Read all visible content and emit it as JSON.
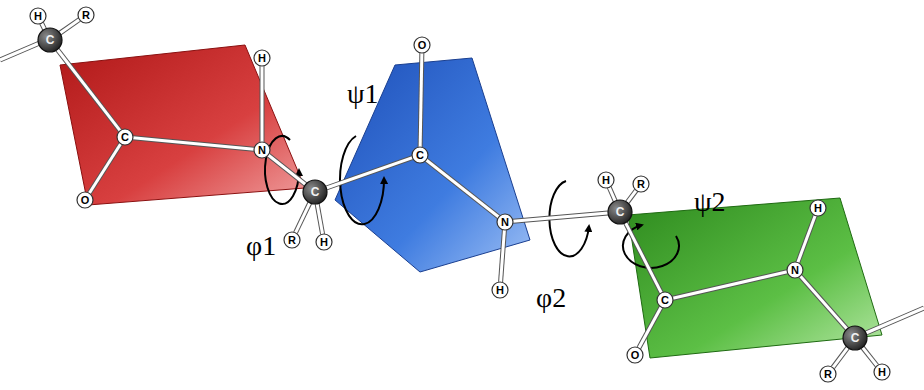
{
  "diagram": {
    "nodes": [
      {
        "text": [
          "H"
        ]
      },
      {
        "text": [
          "R"
        ]
      },
      {
        "text": [
          "C"
        ]
      },
      {
        "text": [
          "H"
        ]
      },
      {
        "text": [
          "C"
        ]
      },
      {
        "text": [
          "N"
        ]
      },
      {
        "text": [
          "O"
        ]
      },
      {
        "text": [
          "C"
        ]
      },
      {
        "text": [
          "R"
        ]
      },
      {
        "text": [
          "H"
        ]
      },
      {
        "text": [
          "O"
        ]
      },
      {
        "text": [
          "C"
        ]
      },
      {
        "text": [
          "N"
        ]
      },
      {
        "text": [
          "H"
        ]
      },
      {
        "text": [
          "H"
        ]
      },
      {
        "text": [
          "R"
        ]
      },
      {
        "text": [
          "C"
        ]
      },
      {
        "text": [
          "H"
        ]
      },
      {
        "text": [
          "N"
        ]
      },
      {
        "text": [
          "C"
        ]
      },
      {
        "text": [
          "O"
        ]
      },
      {
        "text": [
          "C"
        ]
      },
      {
        "text": [
          "R"
        ]
      },
      {
        "text": [
          "H"
        ]
      }
    ],
    "edges": [
      {
        "from": 2,
        "to": 0,
        "arrow": "none"
      },
      {
        "from": 2,
        "to": 1,
        "arrow": "none"
      },
      {
        "from": 2,
        "to": 4,
        "arrow": "none"
      },
      {
        "from": 4,
        "to": 6,
        "arrow": "none"
      },
      {
        "from": 4,
        "to": 5,
        "arrow": "none"
      },
      {
        "from": 5,
        "to": 3,
        "arrow": "none"
      },
      {
        "from": 5,
        "to": 7,
        "arrow": "none"
      },
      {
        "from": 7,
        "to": 8,
        "arrow": "none"
      },
      {
        "from": 7,
        "to": 9,
        "arrow": "none"
      },
      {
        "from": 7,
        "to": 11,
        "arrow": "none"
      },
      {
        "from": 11,
        "to": 10,
        "arrow": "none"
      },
      {
        "from": 11,
        "to": 12,
        "arrow": "none"
      },
      {
        "from": 12,
        "to": 13,
        "arrow": "none"
      },
      {
        "from": 12,
        "to": 16,
        "arrow": "none"
      },
      {
        "from": 16,
        "to": 14,
        "arrow": "none"
      },
      {
        "from": 16,
        "to": 15,
        "arrow": "none"
      },
      {
        "from": 16,
        "to": 19,
        "arrow": "none"
      },
      {
        "from": 19,
        "to": 20,
        "arrow": "none"
      },
      {
        "from": 19,
        "to": 18,
        "arrow": "none"
      },
      {
        "from": 18,
        "to": 17,
        "arrow": "none"
      },
      {
        "from": 18,
        "to": 21,
        "arrow": "none"
      },
      {
        "from": 21,
        "to": 22,
        "arrow": "none"
      },
      {
        "from": 21,
        "to": 23,
        "arrow": "none"
      }
    ],
    "labels": [
      "ψ1",
      "φ1",
      "φ2",
      "ψ2"
    ]
  }
}
